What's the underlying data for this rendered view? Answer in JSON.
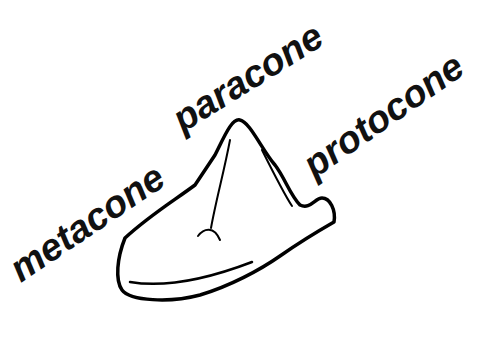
{
  "diagram": {
    "labels": [
      "metacone",
      "paracone",
      "protocone"
    ]
  }
}
